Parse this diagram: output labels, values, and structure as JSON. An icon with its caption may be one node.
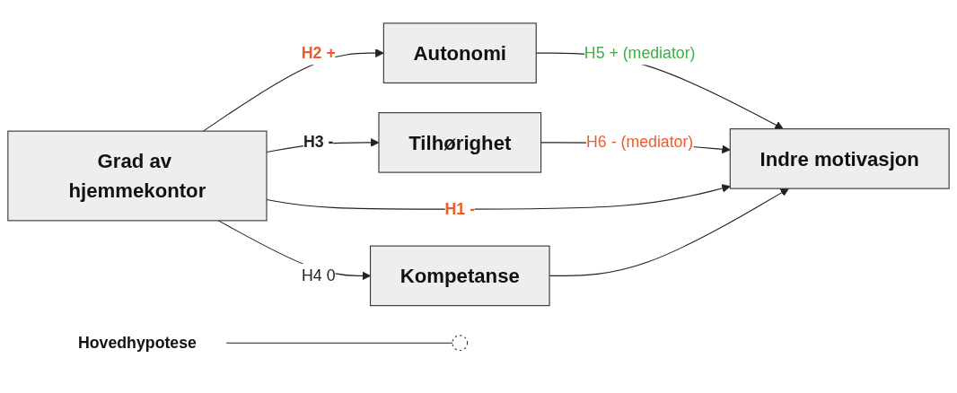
{
  "diagram": {
    "nodes": [
      {
        "text": [
          "Grad av hjemmekontor"
        ]
      },
      {
        "text": [
          "Autonomi"
        ]
      },
      {
        "text": [
          "Tilhørighet"
        ]
      },
      {
        "text": [
          "Kompetanse"
        ]
      },
      {
        "text": [
          "Indre motivasjon"
        ]
      },
      {
        "text": [],
        "shape": "circle"
      },
      {
        "text": [
          "Hovedhypotese"
        ]
      }
    ],
    "edges": [
      {
        "from": 0,
        "to": 1,
        "arrow": "to",
        "label": "H2 +"
      },
      {
        "from": 0,
        "to": 2,
        "arrow": "to",
        "label": "H3 -"
      },
      {
        "from": 0,
        "to": 4,
        "arrow": "to",
        "label": "H1 -"
      },
      {
        "from": 0,
        "to": 3,
        "arrow": "to",
        "label": "H4 0"
      },
      {
        "from": 1,
        "to": 4,
        "arrow": "to",
        "label": "H5 + (mediator)"
      },
      {
        "from": 2,
        "to": 4,
        "arrow": "to",
        "label": "H6 - (mediator)"
      },
      {
        "from": 3,
        "to": 4,
        "arrow": "to"
      },
      {
        "from": 6,
        "to": 5,
        "arrow": "none"
      }
    ]
  }
}
